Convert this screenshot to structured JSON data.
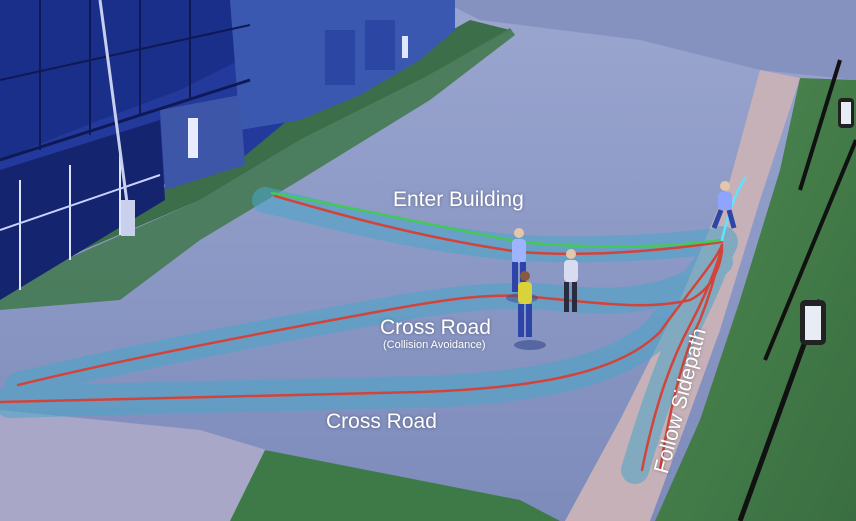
{
  "annotations": {
    "enter_building": "Enter Building",
    "cross_road_avoid": "Cross Road",
    "collision_avoidance": "(Collision Avoidance)",
    "cross_road": "Cross Road",
    "follow_sidepath": "Follow Sidepath"
  },
  "colors": {
    "sky_tint": "#4a5fa8",
    "road": "#8a97c2",
    "grass": "#3f7a4a",
    "sidewalk": "#c9b3b8",
    "trajectory_red": "#d2443a",
    "trajectory_green": "#46c858",
    "corridor_blue": "#4aa6c8",
    "text": "#ffffff"
  },
  "scene": {
    "pedestrians": 4,
    "street_lamps": 3
  }
}
